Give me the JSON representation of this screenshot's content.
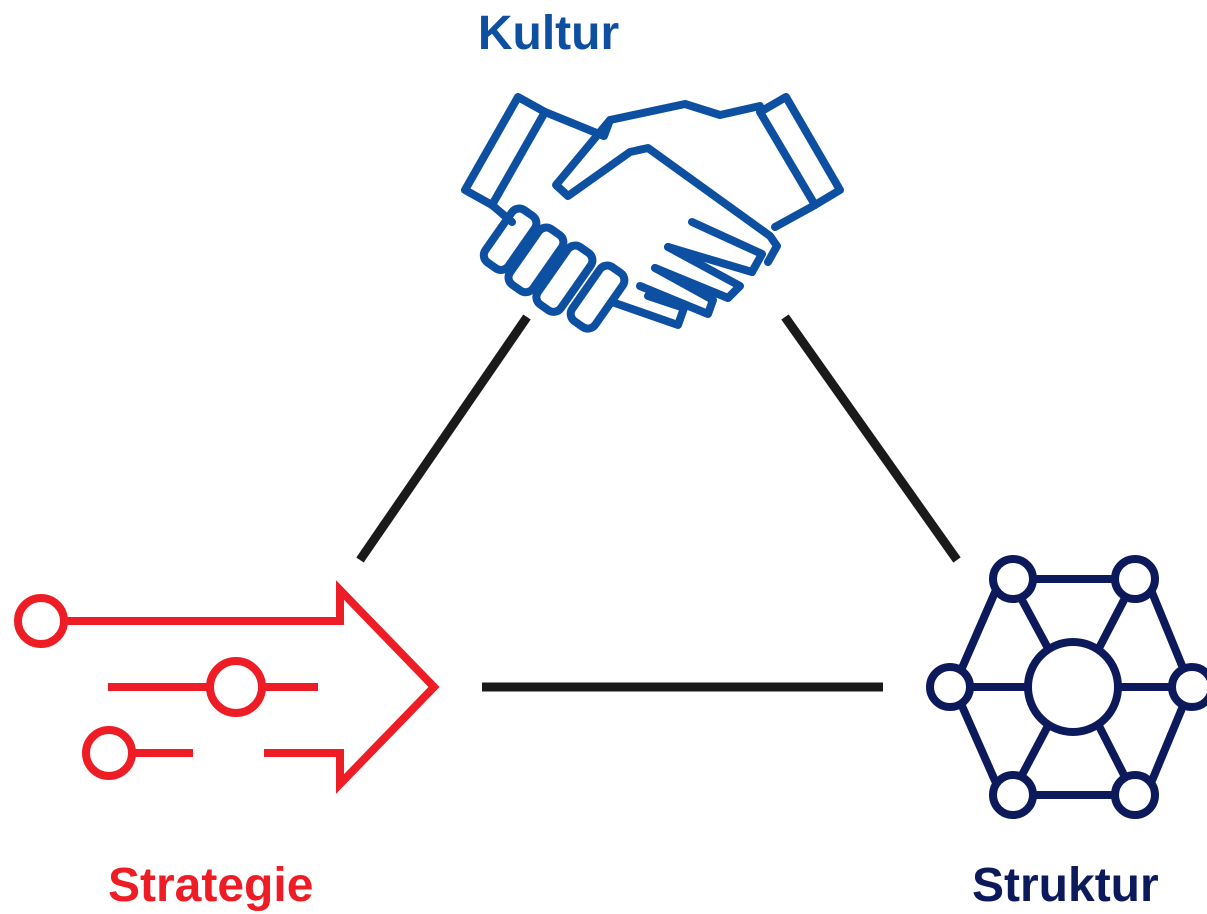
{
  "nodes": {
    "kultur": {
      "label": "Kultur",
      "icon": "handshake-icon",
      "color": "#0D4FA0"
    },
    "strategie": {
      "label": "Strategie",
      "icon": "arrow-with-nodes-icon",
      "color": "#EE1C25"
    },
    "struktur": {
      "label": "Struktur",
      "icon": "network-hexagon-icon",
      "color": "#0C1A5C"
    }
  },
  "connector_color": "#1A1A1A"
}
